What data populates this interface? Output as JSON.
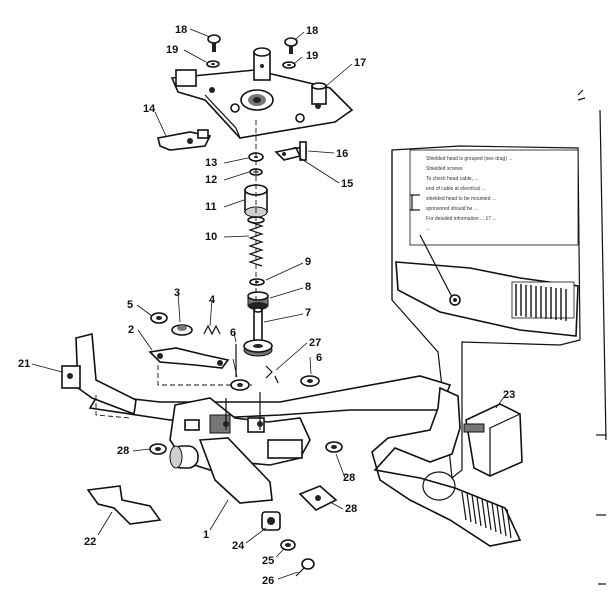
{
  "callouts": {
    "c18a": "18",
    "c18b": "18",
    "c19a": "19",
    "c19b": "19",
    "c17": "17",
    "c14": "14",
    "c13": "13",
    "c12": "12",
    "c11": "11",
    "c10": "10",
    "c16": "16",
    "c15": "15",
    "c9": "9",
    "c8": "8",
    "c7": "7",
    "c5": "5",
    "c3": "3",
    "c4": "4",
    "c2": "2",
    "c6a": "6",
    "c6b": "6",
    "c27": "27",
    "c21": "21",
    "c28a": "28",
    "c28b": "28",
    "c28c": "28",
    "c23": "23",
    "c22": "22",
    "c1": "1",
    "c24": "24",
    "c25": "25",
    "c26": "26"
  },
  "inset_note": {
    "line1": "Shielded head is grouped (see drag) ...",
    "line2": "Shielded screws",
    "line3": "To check head cable, ...",
    "line4": "end of cable at electrical ...",
    "line5": "shielded head to be mounted ...",
    "line6": "sponsored should be ...",
    "line7": "For detailed information ... 17 ...",
    "line8": "..."
  }
}
